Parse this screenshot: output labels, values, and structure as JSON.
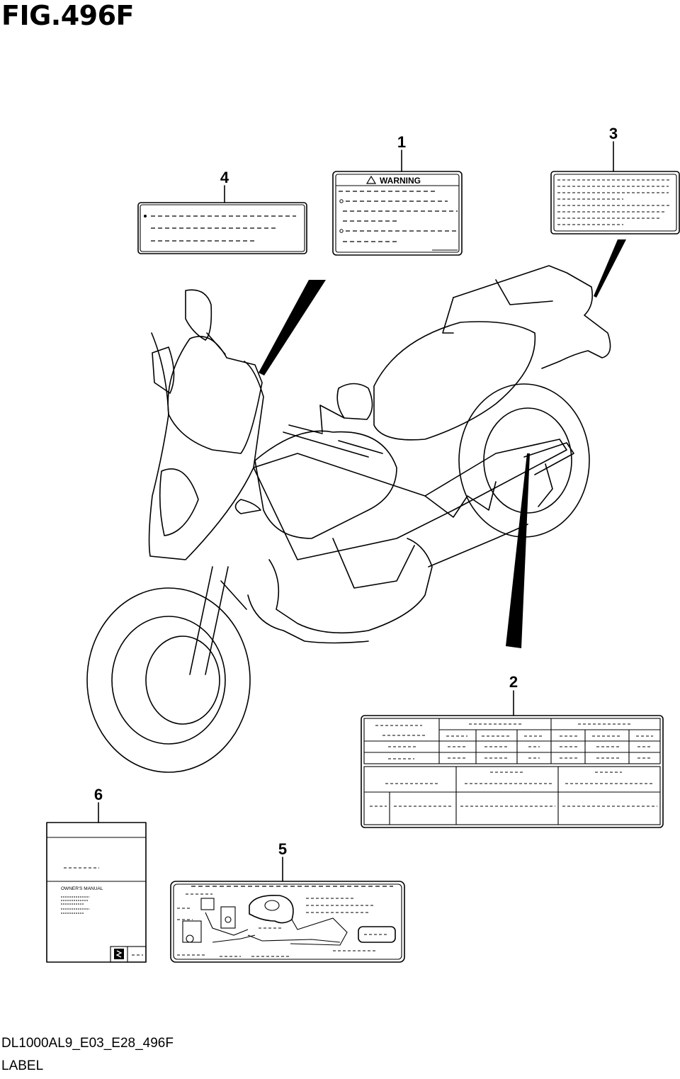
{
  "figure": {
    "title": "FIG.496F",
    "model_code": "DL1000AL9_E03_E28_496F",
    "section_name": "LABEL"
  },
  "callouts": [
    {
      "id": "1",
      "label": "1"
    },
    {
      "id": "2",
      "label": "2"
    },
    {
      "id": "3",
      "label": "3"
    },
    {
      "id": "4",
      "label": "4"
    },
    {
      "id": "5",
      "label": "5"
    },
    {
      "id": "6",
      "label": "6"
    }
  ],
  "labels": {
    "warning_header": "WARNING",
    "owners_manual_title": "OWNER'S MANUAL"
  }
}
